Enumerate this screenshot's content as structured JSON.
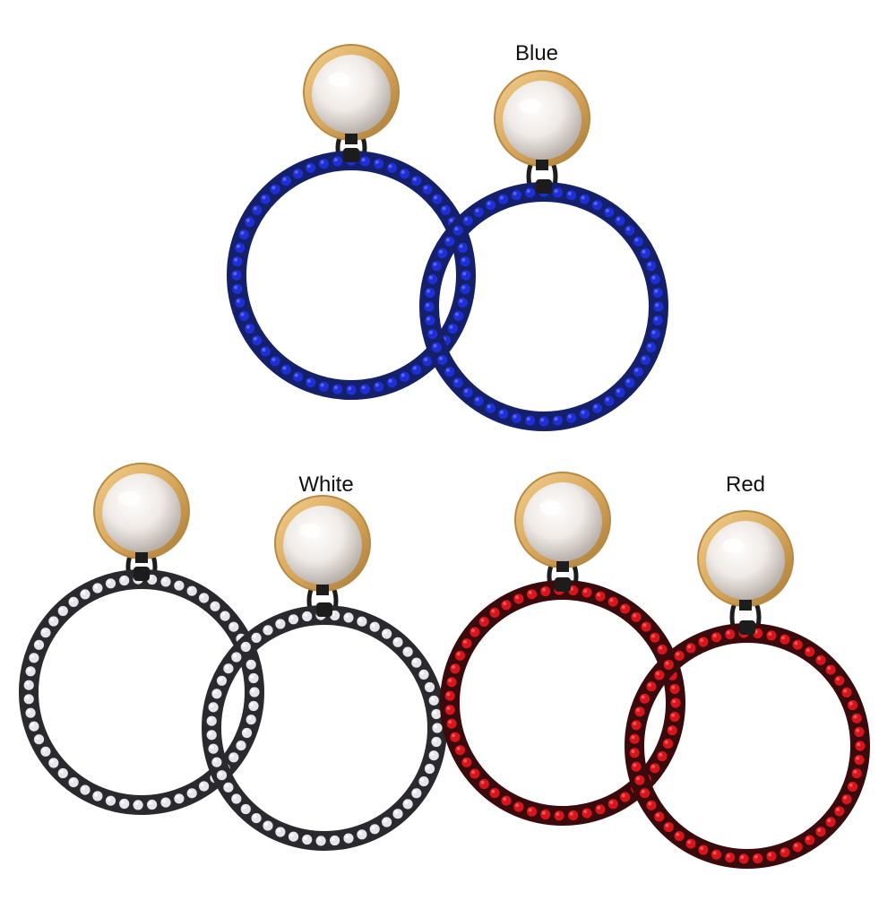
{
  "variants": [
    {
      "label": "Blue",
      "color_name": "blue",
      "stone_color": "#1f2fd6",
      "stone_highlight": "#5c6dff",
      "frame_color": "#15206a"
    },
    {
      "label": "White",
      "color_name": "white",
      "stone_color": "#e6e6ea",
      "stone_highlight": "#ffffff",
      "frame_color": "#2a2a2e"
    },
    {
      "label": "Red",
      "color_name": "red",
      "stone_color": "#d6151c",
      "stone_highlight": "#ff5a5a",
      "frame_color": "#3a0a0c"
    }
  ],
  "stud": {
    "gold": "#d9a85c",
    "pearl": "#f4f1ee",
    "pearl_shade": "#c9c2bd"
  },
  "background": "#ffffff"
}
